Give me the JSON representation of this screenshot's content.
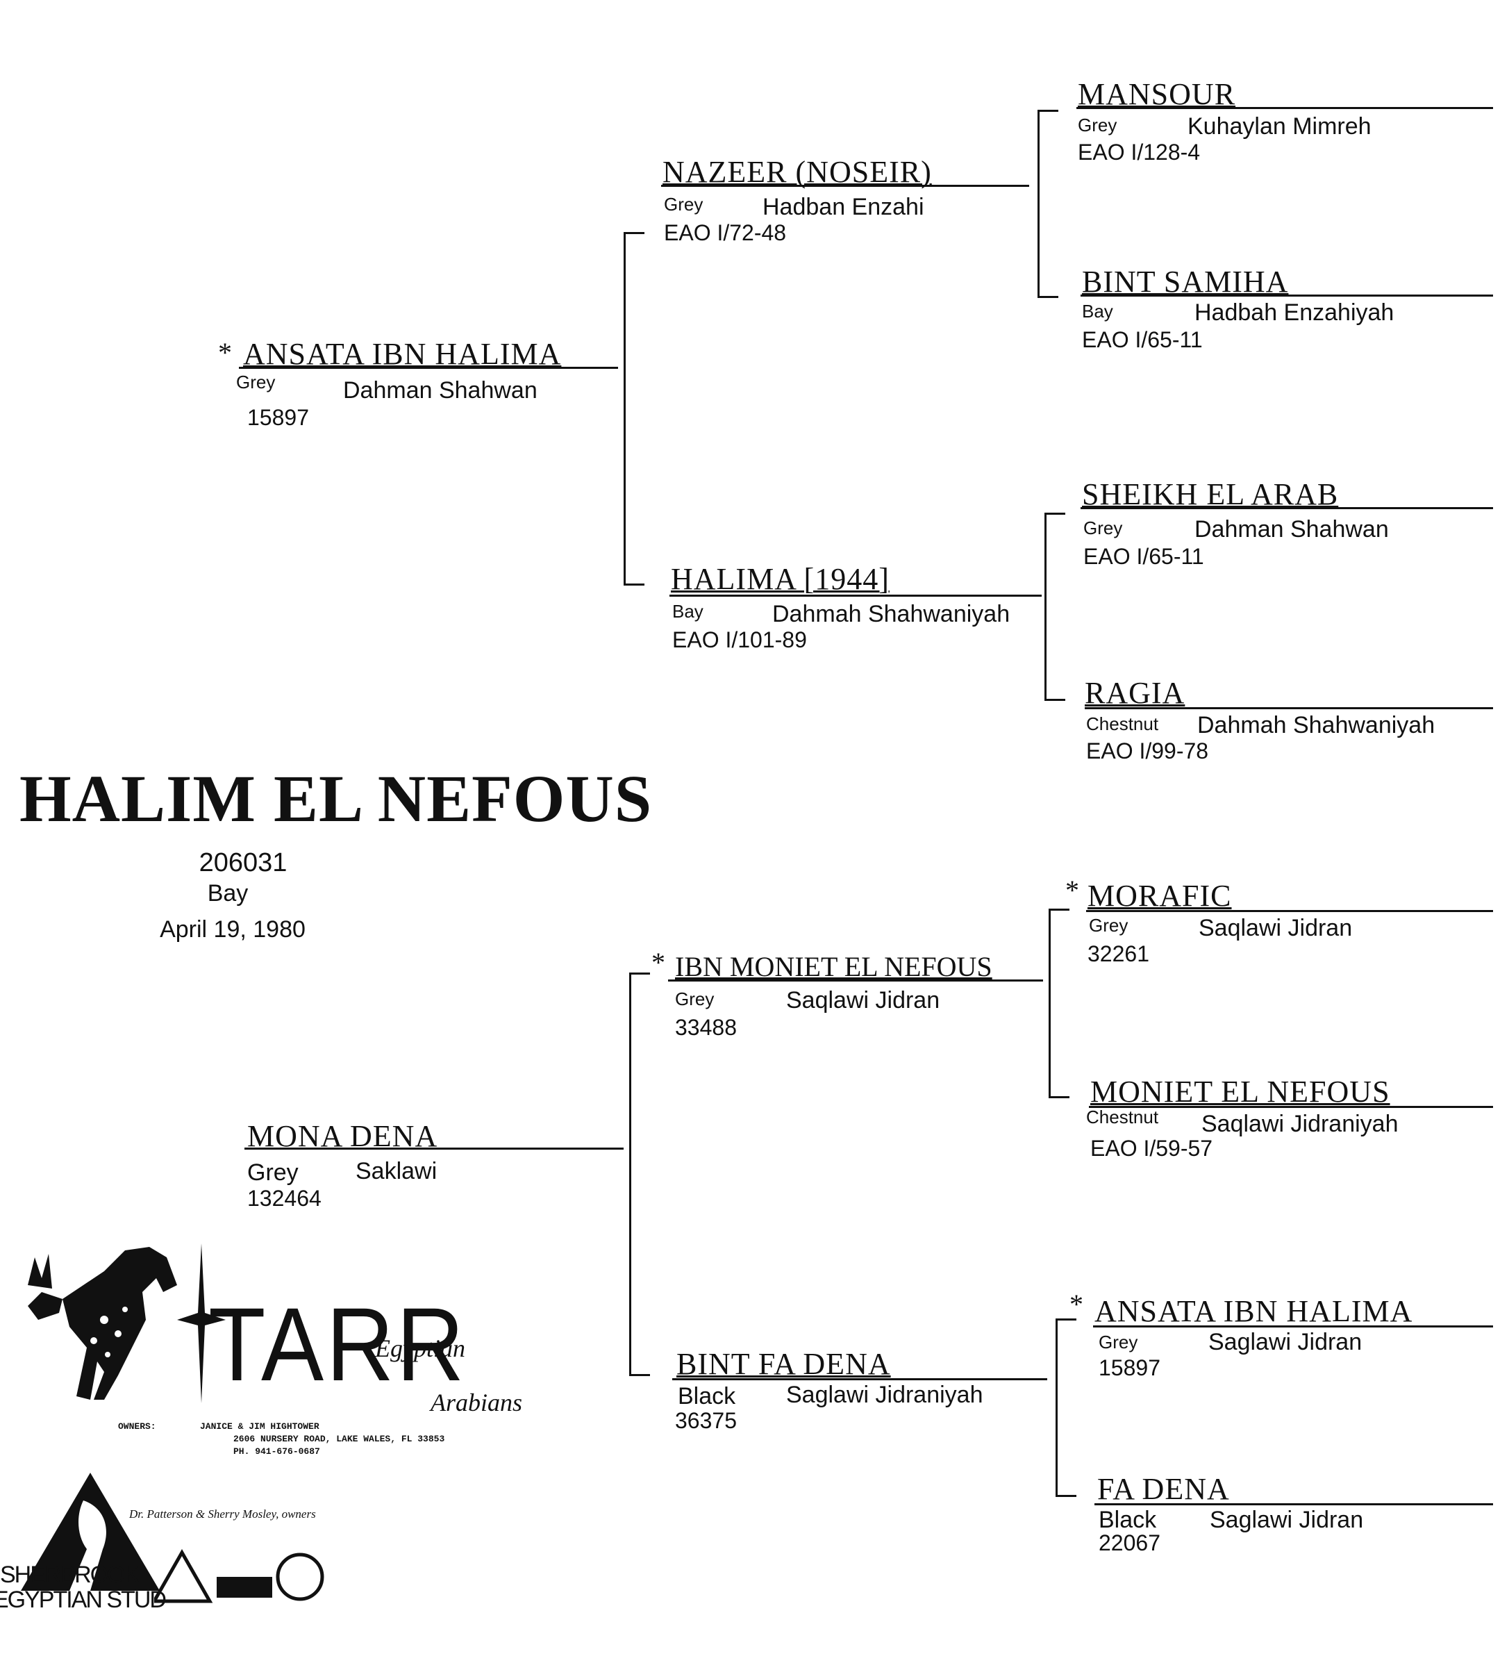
{
  "subject": {
    "name": "HALIM EL NEFOUS",
    "registration": "206031",
    "color": "Bay",
    "foaled": "April 19, 1980"
  },
  "horses": {
    "sire": {
      "name": "ANSATA IBN HALIMA",
      "color": "Grey",
      "strain": "Dahman Shahwan",
      "reg": "15897"
    },
    "sire_sire": {
      "name": "NAZEER (NOSEIR)",
      "color": "Grey",
      "strain": "Hadban Enzahi",
      "reg": "EAO I/72-48"
    },
    "sire_dam": {
      "name": "HALIMA [1944]",
      "color": "Bay",
      "strain": "Dahmah Shahwaniyah",
      "reg": "EAO I/101-89"
    },
    "ss_sire": {
      "name": "MANSOUR",
      "color": "Grey",
      "strain": "Kuhaylan Mimreh",
      "reg": "EAO I/128-4"
    },
    "ss_dam": {
      "name": "BINT SAMIHA",
      "color": "Bay",
      "strain": "Hadbah Enzahiyah",
      "reg": "EAO I/65-11"
    },
    "sd_sire": {
      "name": "SHEIKH EL ARAB",
      "color": "Grey",
      "strain": "Dahman Shahwan",
      "reg": "EAO I/65-11"
    },
    "sd_dam": {
      "name": "RAGIA",
      "color": "Chestnut",
      "strain": "Dahmah Shahwaniyah",
      "reg": "EAO I/99-78"
    },
    "dam": {
      "name": "MONA DENA",
      "color": "Grey",
      "strain": "Saklawi",
      "reg": "132464"
    },
    "dam_sire": {
      "name": "IBN MONIET EL NEFOUS",
      "color": "Grey",
      "strain": "Saqlawi Jidran",
      "reg": "33488"
    },
    "dam_dam": {
      "name": "BINT FA DENA",
      "color": "Black",
      "strain": "Saglawi Jidraniyah",
      "reg": "36375"
    },
    "ds_sire": {
      "name": "MORAFIC",
      "color": "Grey",
      "strain": "Saqlawi Jidran",
      "reg": "32261"
    },
    "ds_dam": {
      "name": "MONIET EL NEFOUS",
      "color": "Chestnut",
      "strain": "Saqlawi Jidraniyah",
      "reg": "EAO I/59-57"
    },
    "dd_sire": {
      "name": "ANSATA IBN HALIMA",
      "color": "Grey",
      "strain": "Saglawi Jidran",
      "reg": "15897"
    },
    "dd_dam": {
      "name": "FA DENA",
      "color": "Black",
      "strain": "Saglawi Jidran",
      "reg": "22067"
    }
  },
  "import_mark": "*",
  "logos": {
    "tarr": {
      "letters": "TARR",
      "script1": "Egyptian",
      "script2": "Arabians",
      "owners_label": "OWNERS:",
      "owners": "JANICE & JIM HIGHTOWER",
      "address": "2606 NURSERY ROAD, LAKE WALES, FL 33853",
      "phone": "PH. 941-676-0687"
    },
    "sherbrook": {
      "owners": "Dr. Patterson & Sherry Mosley, owners",
      "line1": "SHERBROOK",
      "line2": "EGYPTIAN STUD"
    }
  }
}
